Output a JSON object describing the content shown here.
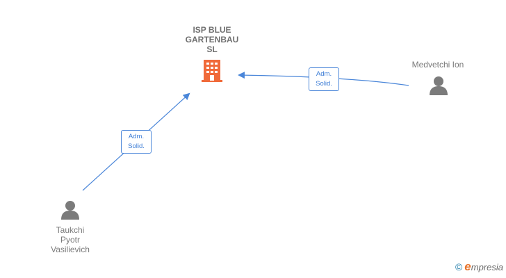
{
  "company": {
    "name": "ISP BLUE\nGARTENBAU\nSL",
    "icon": "building-icon",
    "color": "#f06a3a"
  },
  "persons": [
    {
      "name": "Medvetchi Ion",
      "icon": "person-icon"
    },
    {
      "name": "Taukchi\nPyotr\nVasilievich",
      "icon": "person-icon"
    }
  ],
  "edges": [
    {
      "from": "Medvetchi Ion",
      "to": "ISP BLUE GARTENBAU SL",
      "role_line1": "Adm.",
      "role_line2": "Solid."
    },
    {
      "from": "Taukchi Pyotr Vasilievich",
      "to": "ISP BLUE GARTENBAU SL",
      "role_line1": "Adm.",
      "role_line2": "Solid."
    }
  ],
  "colors": {
    "edge": "#4a86d9",
    "person": "#7b7b7b",
    "company": "#f06a3a"
  },
  "footer": {
    "copyright_symbol": "©",
    "brand_initial": "e",
    "brand_rest": "mpresia"
  }
}
